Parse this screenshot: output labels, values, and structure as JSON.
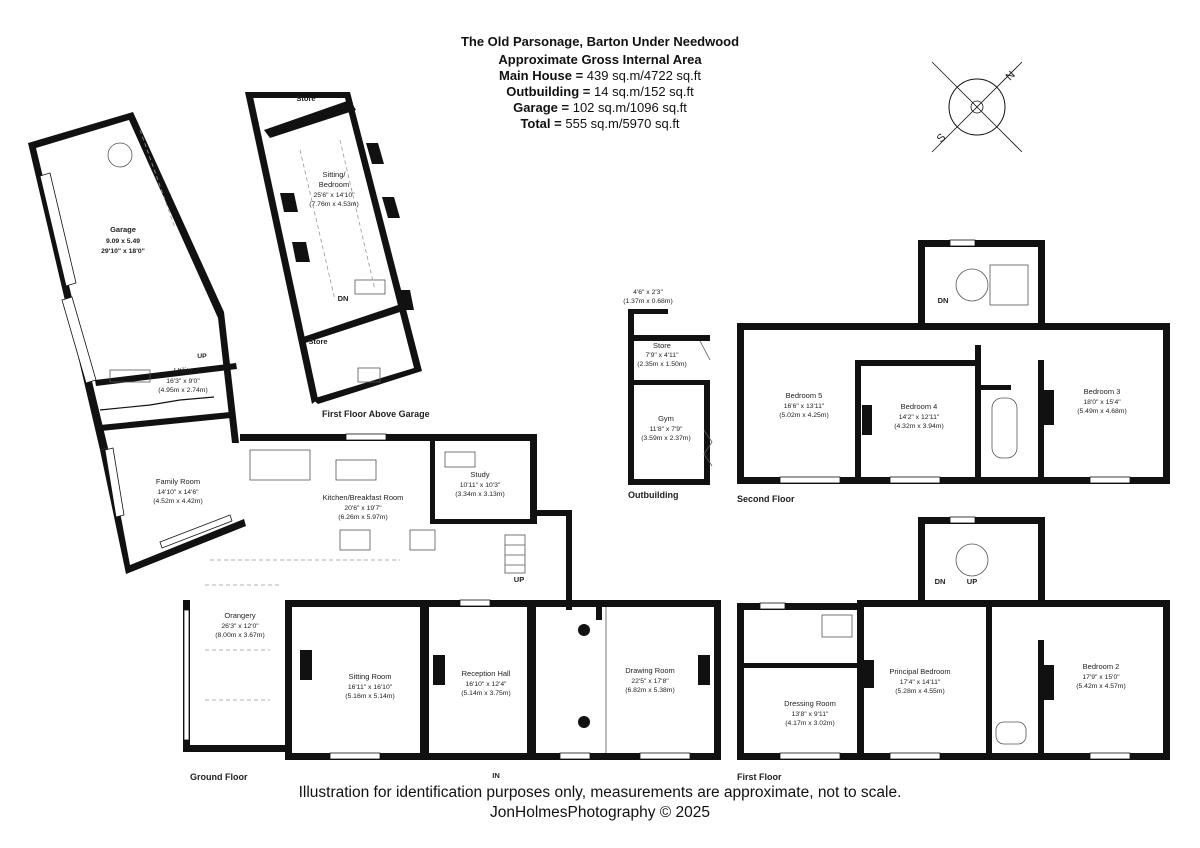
{
  "header": {
    "title": "The Old Parsonage, Barton Under Needwood",
    "subtitle": "Approximate Gross Internal Area",
    "areas": [
      {
        "label": "Main House",
        "value": "439 sq.m/4722 sq.ft"
      },
      {
        "label": "Outbuilding",
        "value": "14 sq.m/152 sq.ft"
      },
      {
        "label": "Garage",
        "value": "102 sq.m/1096 sq.ft"
      },
      {
        "label": "Total",
        "value": "555 sq.m/5970 sq.ft"
      }
    ]
  },
  "compass": {
    "north": "N",
    "south": "S"
  },
  "floors": {
    "ground": "Ground Floor",
    "first": "First Floor",
    "second": "Second Floor",
    "first_above_garage": "First Floor Above Garage",
    "outbuilding": "Outbuilding"
  },
  "rooms": {
    "garage": {
      "name": "Garage",
      "dim1": "9.09 x 5.49",
      "dim2": "29'10\" x 18'0\""
    },
    "utility": {
      "name": "Utility",
      "dim1": "16'3\" x 9'0\"",
      "dim2": "(4.95m x 2.74m)"
    },
    "family_room": {
      "name": "Family Room",
      "dim1": "14'10\" x 14'6\"",
      "dim2": "(4.52m x 4.42m)"
    },
    "kitchen": {
      "name": "Kitchen/Breakfast Room",
      "dim1": "20'6\" x 19'7\"",
      "dim2": "(6.26m x 5.97m)"
    },
    "study": {
      "name": "Study",
      "dim1": "10'11\" x 10'3\"",
      "dim2": "(3.34m x 3.13m)"
    },
    "orangery": {
      "name": "Orangery",
      "dim1": "26'3\" x 12'0\"",
      "dim2": "(8.00m x 3.67m)"
    },
    "sitting_room": {
      "name": "Sitting Room",
      "dim1": "16'11\" x 16'10\"",
      "dim2": "(5.16m x 5.14m)"
    },
    "reception_hall": {
      "name": "Reception Hall",
      "dim1": "16'10\" x 12'4\"",
      "dim2": "(5.14m x 3.75m)"
    },
    "drawing_room": {
      "name": "Drawing Room",
      "dim1": "22'5\" x 17'8\"",
      "dim2": "(6.82m x 5.38m)"
    },
    "sitting_bedroom": {
      "name1": "Sitting/",
      "name2": "Bedroom",
      "dim1": "25'6\" x 14'10\"",
      "dim2": "(7.76m x 4.53m)"
    },
    "store_top": {
      "name": "Store"
    },
    "store_garage": {
      "name": "Store"
    },
    "out_store_small": {
      "dim1": "4'6\" x 2'3\"",
      "dim2": "(1.37m x 0.68m)"
    },
    "out_store": {
      "name": "Store",
      "dim1": "7'9\" x 4'11\"",
      "dim2": "(2.35m x 1.50m)"
    },
    "gym": {
      "name": "Gym",
      "dim1": "11'8\" x 7'9\"",
      "dim2": "(3.59m x 2.37m)"
    },
    "bedroom5": {
      "name": "Bedroom 5",
      "dim1": "16'6\" x 13'11\"",
      "dim2": "(5.02m x 4.25m)"
    },
    "bedroom4": {
      "name": "Bedroom 4",
      "dim1": "14'2\" x 12'11\"",
      "dim2": "(4.32m x 3.94m)"
    },
    "bedroom3": {
      "name": "Bedroom 3",
      "dim1": "18'0\" x 15'4\"",
      "dim2": "(5.49m x 4.68m)"
    },
    "principal": {
      "name": "Principal Bedroom",
      "dim1": "17'4\" x 14'11\"",
      "dim2": "(5.28m x 4.55m)"
    },
    "dressing": {
      "name": "Dressing Room",
      "dim1": "13'8\" x 9'11\"",
      "dim2": "(4.17m x 3.02m)"
    },
    "bedroom2": {
      "name": "Bedroom 2",
      "dim1": "17'9\" x 15'0\"",
      "dim2": "(5.42m x 4.57m)"
    }
  },
  "marks": {
    "up": "UP",
    "dn": "DN",
    "in": "IN"
  },
  "footer": {
    "disclaimer": "Illustration for identification purposes only, measurements are approximate, not to scale.",
    "credit": "JonHolmesPhotography © 2025"
  }
}
